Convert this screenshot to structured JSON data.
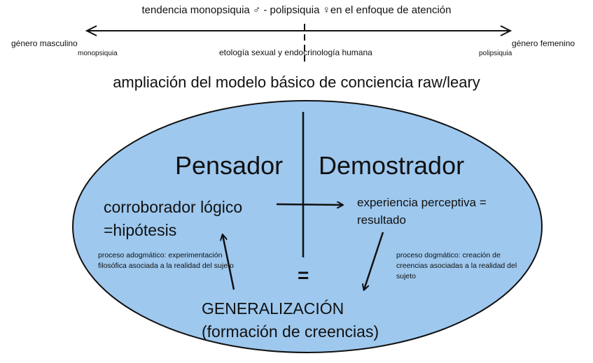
{
  "colors": {
    "ellipse_fill": "#9ec8ee",
    "stroke": "#111111",
    "background": "#ffffff"
  },
  "spectrum": {
    "title": "tendencia monopsiquia ♂ - polipsiquia ♀en el enfoque de atención",
    "left_label": "género masculino",
    "left_sublabel": "monopsiquia",
    "center_label": "etología sexual y endocrinología humana",
    "right_label": "género femenino",
    "right_sublabel": "polipsiquia"
  },
  "model_title": "ampliación del modelo básico de conciencia raw/leary",
  "diagram": {
    "left_heading": "Pensador",
    "right_heading": "Demostrador",
    "left_box": "corroborador lógico =hipótesis",
    "right_box": "experiencia perceptiva = resultado",
    "equals": "=",
    "left_note": "proceso adogmático: experimentación filosófica asociada a la realidad del sujeto",
    "right_note": "proceso dogmático: creación de creencias asociadas a la realidad del sujeto",
    "bottom": "GENERALIZACIÓN (formación de creencias)"
  }
}
